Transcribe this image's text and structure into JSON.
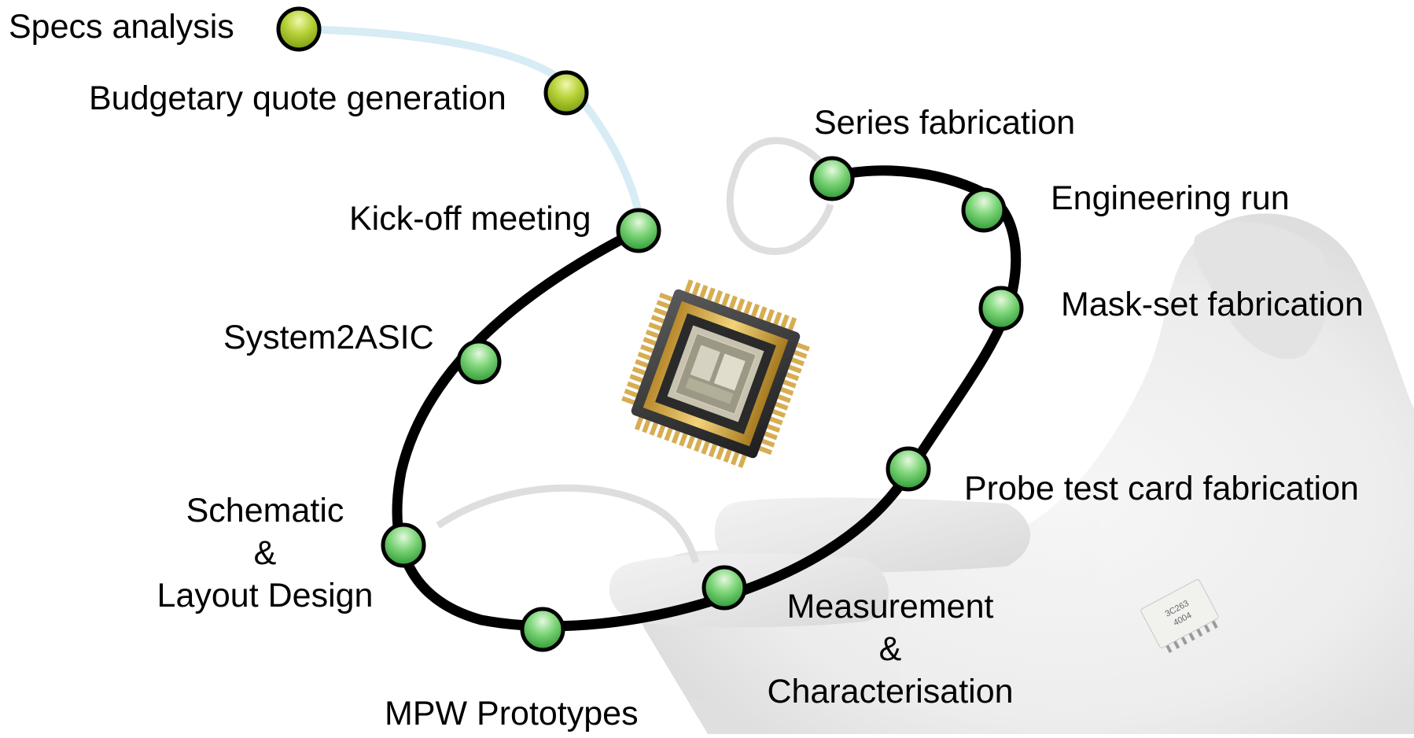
{
  "steps": [
    {
      "id": "specs",
      "label": "Specs analysis",
      "node": "olive"
    },
    {
      "id": "quote",
      "label": "Budgetary quote generation",
      "node": "olive"
    },
    {
      "id": "kickoff",
      "label": "Kick-off meeting",
      "node": "green"
    },
    {
      "id": "system2asic",
      "label": "System2ASIC",
      "node": "green"
    },
    {
      "id": "schematic",
      "label": [
        "Schematic",
        "&",
        "Layout Design"
      ],
      "node": "green"
    },
    {
      "id": "mpw",
      "label": "MPW Prototypes",
      "node": "green"
    },
    {
      "id": "measure",
      "label": [
        "Measurement",
        "&",
        "Characterisation"
      ],
      "node": "green"
    },
    {
      "id": "probe",
      "label": "Probe test card fabrication",
      "node": "green"
    },
    {
      "id": "mask",
      "label": "Mask-set fabrication",
      "node": "green"
    },
    {
      "id": "engrun",
      "label": "Engineering run",
      "node": "green"
    },
    {
      "id": "series",
      "label": "Series fabrication",
      "node": "green"
    }
  ],
  "chip_marking": [
    "3C263",
    "4004"
  ],
  "colors": {
    "ring": "#000000",
    "lead_in_path": "#d7ecf4",
    "loop_arc": "#dedede",
    "node_green": "#4fbf4f",
    "node_olive": "#9dbf1a"
  }
}
